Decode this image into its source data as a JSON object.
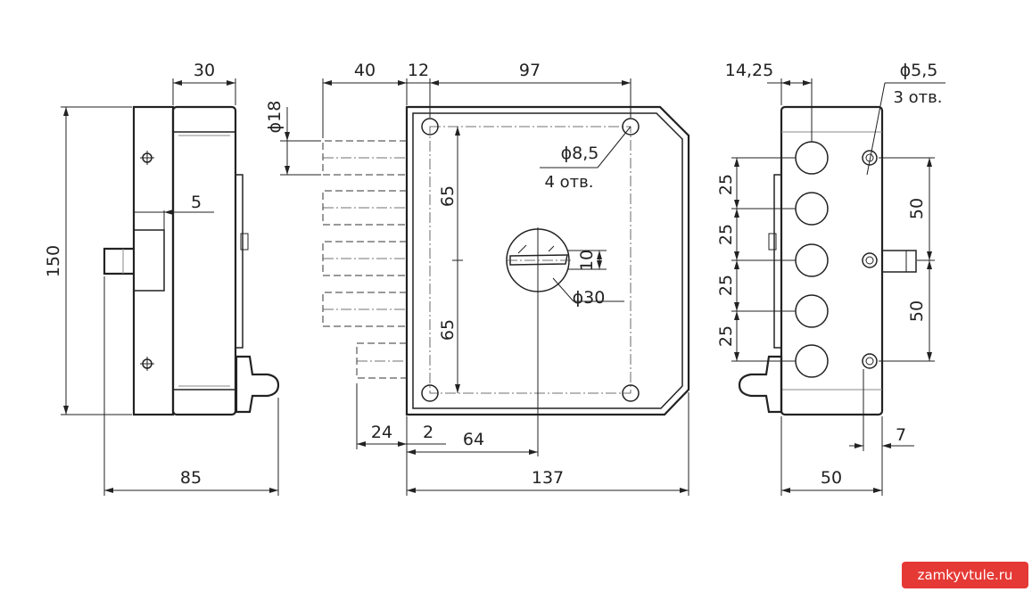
{
  "drawing": {
    "side_left": {
      "top_width": "30",
      "height": "150",
      "bolt_offset": "5",
      "bottom_depth": "85"
    },
    "front": {
      "top_bolt_extension": "40",
      "top_gap": "12",
      "top_hole_span": "97",
      "bolt_diameter": "ϕ18",
      "hole_diameter": "ϕ8,5",
      "hole_count": "4 отв.",
      "upper_half": "65",
      "lower_half": "65",
      "key_slot": "10",
      "cylinder_diameter": "ϕ30",
      "bottom_offset_left": "24",
      "bottom_offset_small": "2",
      "backset": "64",
      "total_width": "137"
    },
    "side_right": {
      "top_offset": "14,25",
      "screw_diameter": "ϕ5,5",
      "screw_count": "3 отв.",
      "pitch_1": "25",
      "pitch_2": "25",
      "pitch_3": "25",
      "pitch_4": "25",
      "upper_screw": "50",
      "lower_screw": "50",
      "plate_offset": "7",
      "bottom_width": "50"
    }
  },
  "watermark": "zamkyvtule.ru"
}
